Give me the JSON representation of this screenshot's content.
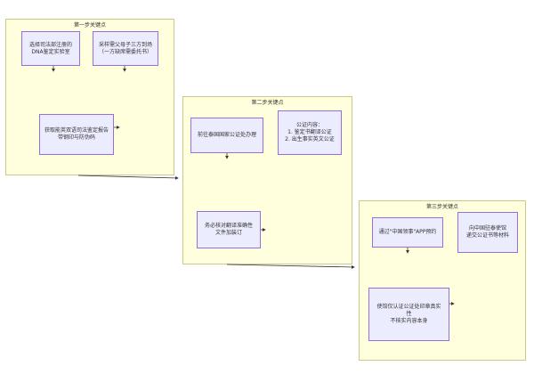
{
  "clusters": [
    {
      "title": "第一步关键点"
    },
    {
      "title": "第二步关键点"
    },
    {
      "title": "第三步关键点"
    }
  ],
  "nodes": [
    {
      "text": "选择司法部注册的\nDNA鉴定实验室"
    },
    {
      "text": "采样需父母子三方到场\n（一方缺席需委托书）"
    },
    {
      "text": "获取能英双语司法鉴定报告\n带钢印与防伪码"
    },
    {
      "text": "前往泰国国家公证处办理"
    },
    {
      "text": "公证内容：\n1. 鉴定书翻译公证\n2. 出生事实英文公证"
    },
    {
      "text": "务必核对翻译准确性\n文件加装订"
    },
    {
      "text": "通过\"中国领事\"APP预约"
    },
    {
      "text": "向中国驻泰使馆\n递交公证书等材料"
    },
    {
      "text": "使馆仅认证公证处印章真实\n性\n不核实内容本身"
    }
  ]
}
